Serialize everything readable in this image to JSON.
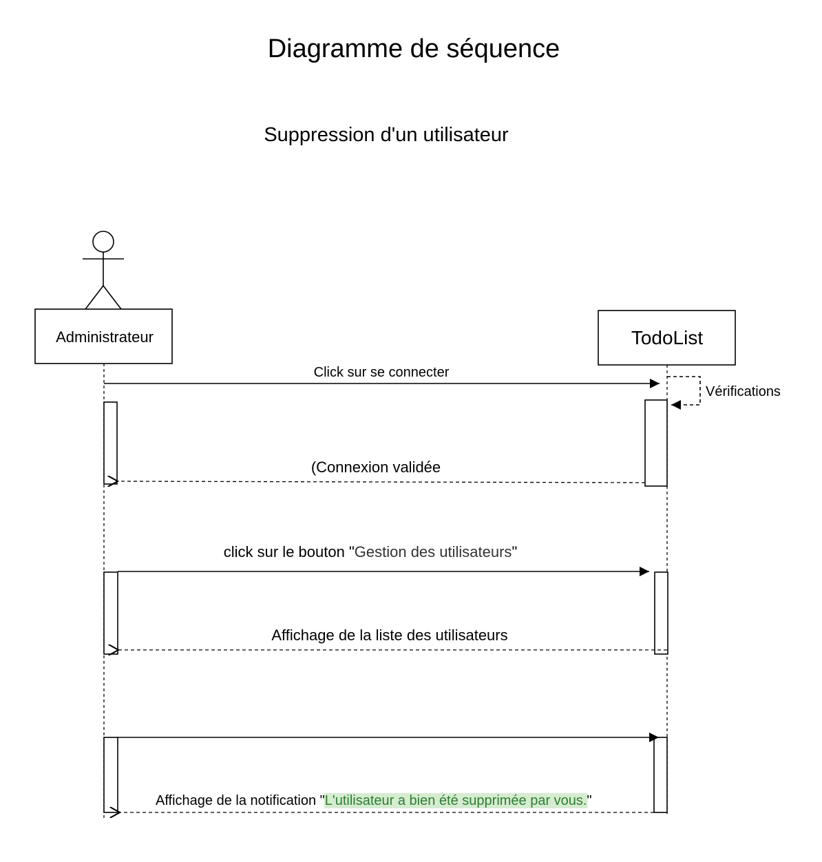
{
  "title": "Diagramme de séquence",
  "subtitle": "Suppression d'un utilisateur",
  "participants": {
    "actor": {
      "label": "Administrateur",
      "kind": "actor"
    },
    "system": {
      "label": "TodoList",
      "kind": "object"
    }
  },
  "messages": [
    {
      "id": "m1",
      "from": "actor",
      "to": "system",
      "type": "sync",
      "label": "Click sur se connecter"
    },
    {
      "id": "m2",
      "from": "system",
      "to": "system",
      "type": "self-return",
      "label": "Vérifications"
    },
    {
      "id": "m3",
      "from": "system",
      "to": "actor",
      "type": "return",
      "prefix": "(",
      "label": "Connexion validée"
    },
    {
      "id": "m4",
      "from": "actor",
      "to": "system",
      "type": "sync",
      "label_plain": "click sur le bouton \"",
      "label_highlight": "Gestion des utilisateurs",
      "label_end": "\""
    },
    {
      "id": "m5",
      "from": "system",
      "to": "actor",
      "type": "return",
      "label": "Affichage de la liste des utilisateurs"
    },
    {
      "id": "m6",
      "from": "actor",
      "to": "system",
      "type": "sync",
      "label": ""
    },
    {
      "id": "m7",
      "from": "system",
      "to": "actor",
      "type": "return",
      "label_plain": "Affichage de la notification \"",
      "label_highlight": "L'utilisateur a bien été supprimée par vous.",
      "label_end": "\""
    }
  ],
  "colors": {
    "line": "#000000",
    "highlight_text_m4": "#333333",
    "highlight_text_m7": "#2e7d32",
    "highlight_bg_m7": "#d5ecd0"
  }
}
